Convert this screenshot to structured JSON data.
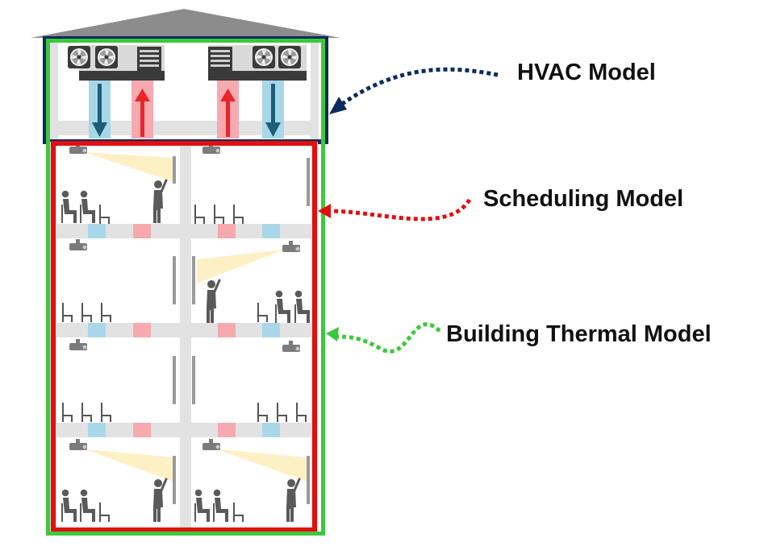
{
  "labels": {
    "hvac": "HVAC Model",
    "scheduling": "Scheduling Model",
    "building_thermal": "Building Thermal Model"
  },
  "colors": {
    "hvac_boundary": "#0d2a5c",
    "scheduling_boundary": "#e01010",
    "building_boundary": "#3cc83c",
    "roof": "#8c8c8c",
    "wall": "#e2e2e2",
    "cool_duct": "#a9d7ea",
    "warm_duct": "#f6a9ae",
    "cool_arrow": "#1d5e78",
    "warm_arrow": "#e8262b",
    "projector_beam": "#fdf0c4",
    "figure": "#6f6f6f"
  },
  "icons": {
    "fan_unit": "fan-icon",
    "vent": "vent-icon",
    "projector": "projector-icon",
    "person_standing": "standing-person-icon",
    "person_seated": "seated-person-icon",
    "chair": "chair-icon",
    "whiteboard": "whiteboard-icon"
  }
}
